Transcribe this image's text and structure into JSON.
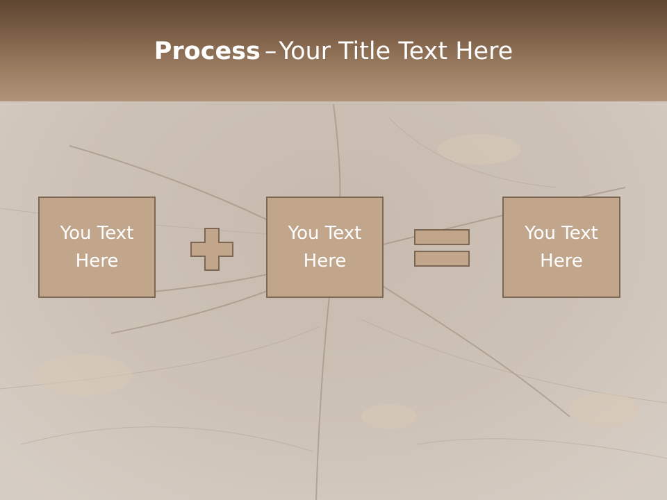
{
  "slide": {
    "title_bold": "Process",
    "title_sep": "–",
    "title_rest": "Your Title Text Here"
  },
  "process": {
    "items": [
      {
        "line1": "You Text",
        "line2": "Here"
      },
      {
        "line1": "You Text",
        "line2": "Here"
      },
      {
        "line1": "You Text",
        "line2": "Here"
      }
    ],
    "operators": [
      "plus-icon",
      "equals-icon"
    ]
  },
  "colors": {
    "header_top": "#5e4631",
    "header_bottom": "#b0927a",
    "box_fill": "#c2a68c",
    "box_border": "#7b6753",
    "background": "#cfc5bb",
    "text": "#ffffff"
  }
}
